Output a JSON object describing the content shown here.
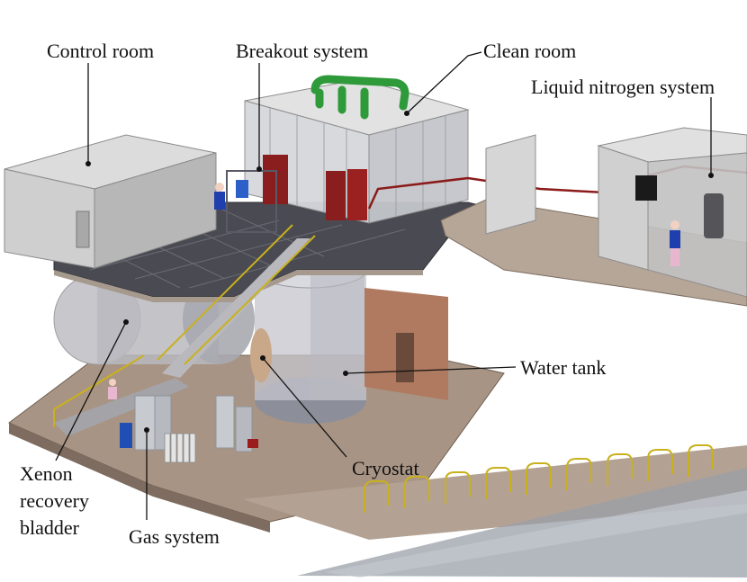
{
  "labels": {
    "control_room": "Control room",
    "breakout_system": "Breakout system",
    "clean_room": "Clean room",
    "liquid_nitrogen_system": "Liquid nitrogen system",
    "water_tank": "Water tank",
    "cryostat": "Cryostat",
    "xenon_line1": "Xenon",
    "xenon_line2": "recovery",
    "xenon_line3": "bladder",
    "gas_system": "Gas system"
  },
  "colors": {
    "leader": "#111111",
    "floor": "#a89484",
    "wall_grey": "#d8d8d8",
    "pipe_red": "#8b1a1a",
    "cabinet_red": "#8a1d1d",
    "duct_green": "#2e9a3a",
    "railing_yellow": "#c9b11e",
    "concrete_red": "#b07a60"
  }
}
